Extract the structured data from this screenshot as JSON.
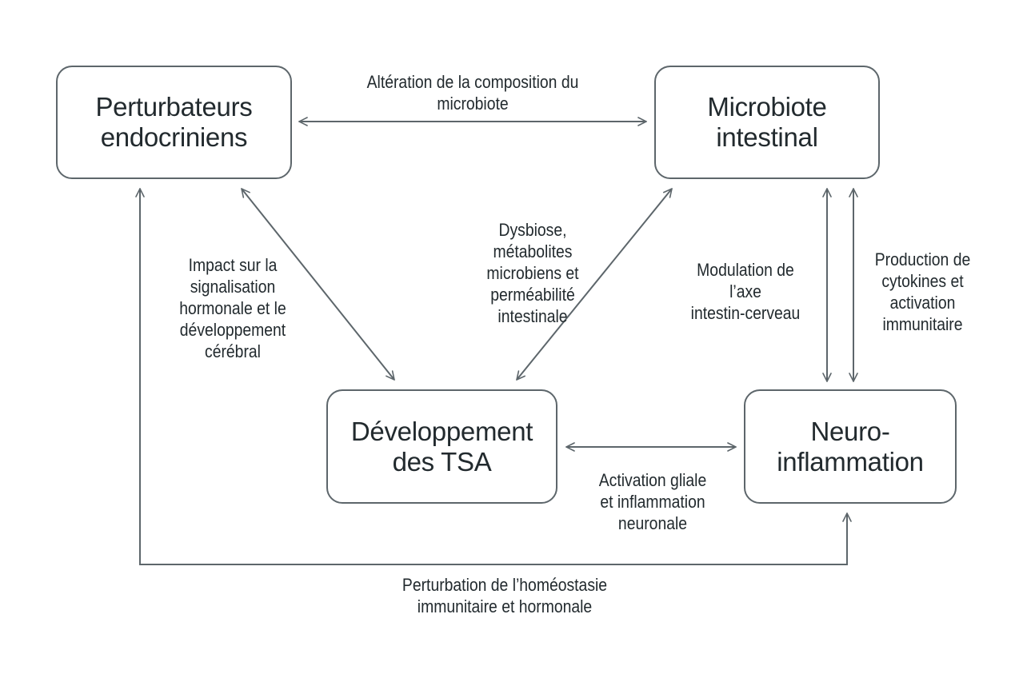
{
  "colors": {
    "line": "#5d666b",
    "text": "#222a2e",
    "background": "#ffffff"
  },
  "nodes": {
    "perturbateurs": {
      "title": "Perturbateurs\nendocriniens"
    },
    "microbiote": {
      "title": "Microbiote\nintestinal"
    },
    "developpement": {
      "title": "Développement\ndes TSA"
    },
    "neuro": {
      "title": "Neuro-\ninflammation"
    }
  },
  "edges": {
    "alteration": "Altération de la composition du\nmicrobiote",
    "impact": "Impact sur la\nsignalisation\nhormonale et le\ndéveloppement\ncérébral",
    "dysbiose": "Dysbiose,\nmétabolites\nmicrobiens et\nperméabilité\nintestinale",
    "modulation": "Modulation de\nl’axe\nintestin-cerveau",
    "production": "Production de\ncytokines et\nactivation\nimmunitaire",
    "activation": "Activation gliale\net inflammation\nneuronale",
    "perturbation": "Perturbation de l’homéostasie\nimmunitaire et hormonale"
  }
}
